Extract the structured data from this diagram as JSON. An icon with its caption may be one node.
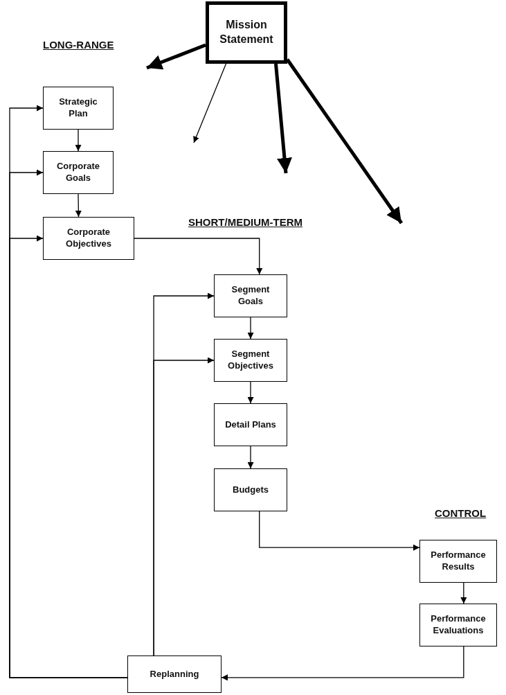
{
  "diagram": {
    "nodes": [
      {
        "text": [
          "Mission Statement"
        ]
      },
      {
        "text": [
          "Strategic Plan"
        ]
      },
      {
        "text": [
          "Corporate Goals"
        ]
      },
      {
        "text": [
          "Corporate Objectives"
        ]
      },
      {
        "text": [
          "Segment Goals"
        ]
      },
      {
        "text": [
          "Segment Objectives"
        ]
      },
      {
        "text": [
          "Detail Plans"
        ]
      },
      {
        "text": [
          "Budgets"
        ]
      },
      {
        "text": [
          "Performance Results"
        ]
      },
      {
        "text": [
          "Performance Evaluations"
        ]
      },
      {
        "text": [
          "Replanning"
        ]
      }
    ],
    "edges": [
      {
        "from": 0,
        "to": null,
        "arrow": "to",
        "style": "thick"
      },
      {
        "from": 0,
        "to": null,
        "arrow": "to"
      },
      {
        "from": 0,
        "to": null,
        "arrow": "to",
        "style": "thick"
      },
      {
        "from": 0,
        "to": null,
        "arrow": "to",
        "style": "thick"
      },
      {
        "from": 1,
        "to": 2,
        "arrow": "to"
      },
      {
        "from": 2,
        "to": 3,
        "arrow": "to"
      },
      {
        "from": 3,
        "to": 4,
        "arrow": "to"
      },
      {
        "from": 4,
        "to": 5,
        "arrow": "to"
      },
      {
        "from": 5,
        "to": 6,
        "arrow": "to"
      },
      {
        "from": 6,
        "to": 7,
        "arrow": "to"
      },
      {
        "from": 7,
        "to": 8,
        "arrow": "to"
      },
      {
        "from": 8,
        "to": 9,
        "arrow": "to"
      },
      {
        "from": 9,
        "to": 10,
        "arrow": "to"
      },
      {
        "from": 10,
        "to": 1,
        "arrow": "to"
      },
      {
        "from": 10,
        "to": 2,
        "arrow": "to"
      },
      {
        "from": 10,
        "to": 3,
        "arrow": "to"
      },
      {
        "from": 10,
        "to": 4,
        "arrow": "to"
      },
      {
        "from": 10,
        "to": 5,
        "arrow": "to"
      }
    ],
    "labels": [
      "LONG-RANGE",
      "SHORT/MEDIUM-TERM",
      "CONTROL"
    ]
  }
}
